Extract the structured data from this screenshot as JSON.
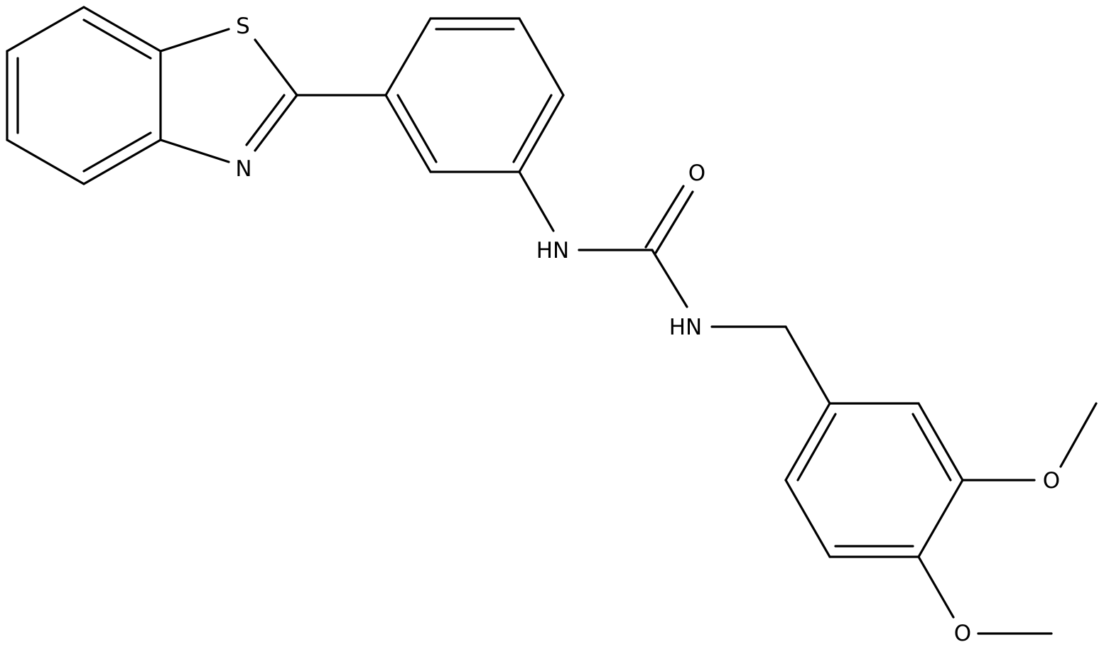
{
  "atoms": {
    "s1": "S",
    "n1": "N",
    "nh1": "HN",
    "o1": "O",
    "nh2": "HN",
    "o2": "O",
    "o3": "O"
  }
}
